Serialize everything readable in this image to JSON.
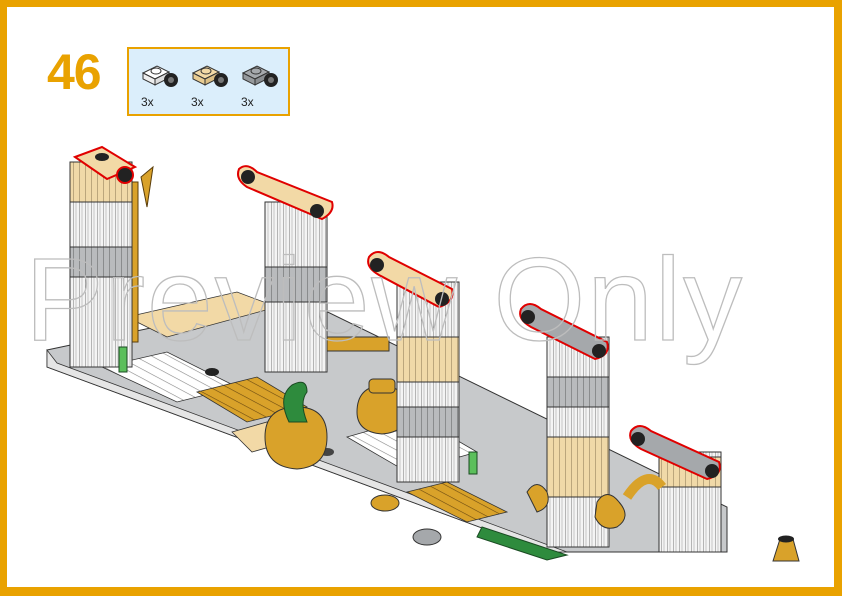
{
  "step": {
    "number": "46"
  },
  "parts_callout": {
    "items": [
      {
        "name": "plate-1x1-clip-white",
        "color": "#ffffff",
        "qty": "3x"
      },
      {
        "name": "plate-1x1-clip-tan",
        "color": "#f2d9a6",
        "qty": "3x"
      },
      {
        "name": "plate-1x1-clip-gray",
        "color": "#a5a8ab",
        "qty": "3x"
      }
    ]
  },
  "watermark": {
    "text": "Preview Only"
  },
  "colors": {
    "frame": "#e9a200",
    "callout_bg": "#dbeefb",
    "highlight": "#e00000",
    "tan": "#f2d9a6",
    "gold": "#d9a22a",
    "gray": "#a5a8ab",
    "green": "#2e8b3d"
  }
}
